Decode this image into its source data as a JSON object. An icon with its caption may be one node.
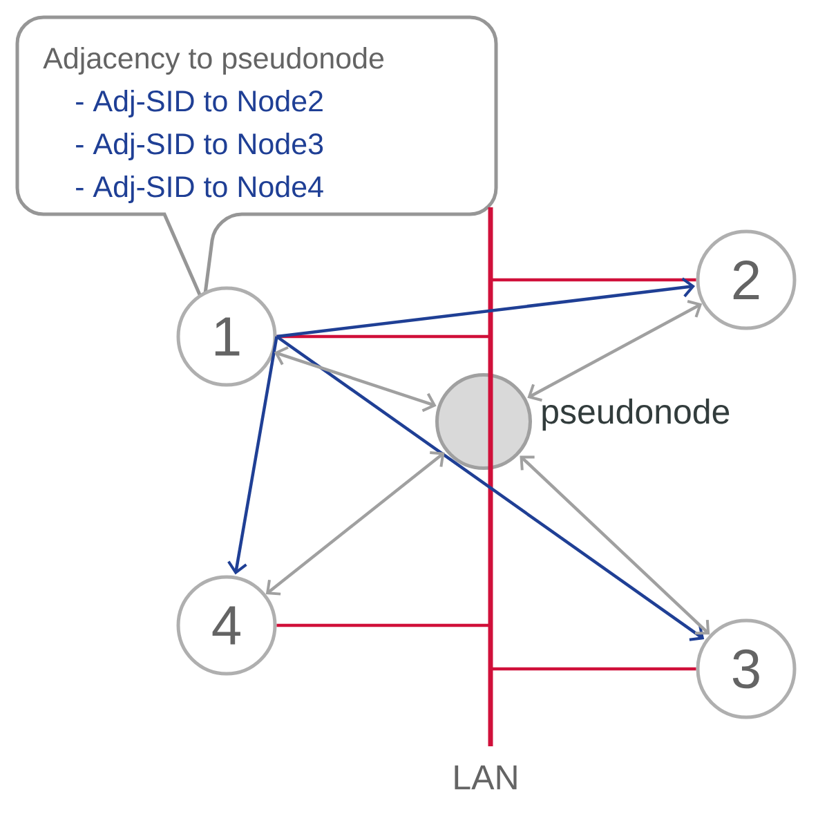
{
  "diagram": {
    "nodes": [
      {
        "text": [
          "Adjacency to pseudonode",
          "- Adj-SID to Node2",
          "- Adj-SID to Node3",
          "- Adj-SID to Node4"
        ]
      },
      {
        "text": [
          "1"
        ]
      },
      {
        "text": [
          "2"
        ]
      },
      {
        "text": [
          "3"
        ]
      },
      {
        "text": [
          "4"
        ]
      },
      {
        "text": [],
        "shape": "circle",
        "beside": [
          "pseudonode"
        ]
      },
      {
        "text": [
          "LAN"
        ]
      }
    ],
    "edges": [
      {
        "from": 1,
        "to": 6,
        "arrow": "none",
        "color": "#d0103a"
      },
      {
        "from": 6,
        "to": 2,
        "arrow": "none",
        "color": "#d0103a"
      },
      {
        "from": 6,
        "to": 3,
        "arrow": "none",
        "color": "#d0103a"
      },
      {
        "from": 4,
        "to": 6,
        "arrow": "none",
        "color": "#d0103a"
      },
      {
        "from": 1,
        "to": 2,
        "arrow": "to",
        "color": "#1f3f95"
      },
      {
        "from": 1,
        "to": 3,
        "arrow": "to",
        "color": "#1f3f95"
      },
      {
        "from": 1,
        "to": 4,
        "arrow": "to",
        "color": "#1f3f95"
      },
      {
        "from": 1,
        "to": 5,
        "arrow": "both",
        "color": "#a0a0a0"
      },
      {
        "from": 2,
        "to": 5,
        "arrow": "both",
        "color": "#a0a0a0"
      },
      {
        "from": 3,
        "to": 5,
        "arrow": "both",
        "color": "#a0a0a0"
      },
      {
        "from": 4,
        "to": 5,
        "arrow": "both",
        "color": "#a0a0a0"
      }
    ]
  }
}
